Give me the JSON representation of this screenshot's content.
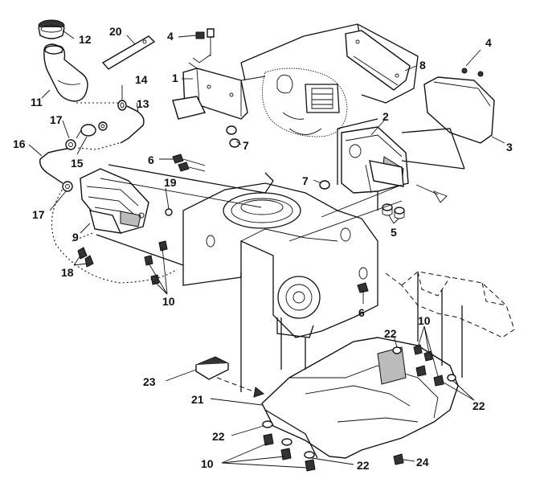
{
  "callouts": [
    {
      "id": "c12",
      "text": "12"
    },
    {
      "id": "c20",
      "text": "20"
    },
    {
      "id": "c4a",
      "text": "4"
    },
    {
      "id": "c4b",
      "text": "4"
    },
    {
      "id": "c8",
      "text": "8"
    },
    {
      "id": "c1",
      "text": "1"
    },
    {
      "id": "c14",
      "text": "14"
    },
    {
      "id": "c13",
      "text": "13"
    },
    {
      "id": "c11",
      "text": "11"
    },
    {
      "id": "c2",
      "text": "2"
    },
    {
      "id": "c17a",
      "text": "17"
    },
    {
      "id": "c3",
      "text": "3"
    },
    {
      "id": "c16",
      "text": "16"
    },
    {
      "id": "c15",
      "text": "15"
    },
    {
      "id": "c7a",
      "text": "7"
    },
    {
      "id": "c6a",
      "text": "6"
    },
    {
      "id": "c7b",
      "text": "7"
    },
    {
      "id": "c19",
      "text": "19"
    },
    {
      "id": "c17b",
      "text": "17"
    },
    {
      "id": "c5",
      "text": "5"
    },
    {
      "id": "c9",
      "text": "9"
    },
    {
      "id": "c18",
      "text": "18"
    },
    {
      "id": "c10a",
      "text": "10"
    },
    {
      "id": "c6b",
      "text": "6"
    },
    {
      "id": "c10b",
      "text": "10"
    },
    {
      "id": "c22a",
      "text": "22"
    },
    {
      "id": "c23",
      "text": "23"
    },
    {
      "id": "c22b",
      "text": "22"
    },
    {
      "id": "c21",
      "text": "21"
    },
    {
      "id": "c22c",
      "text": "22"
    },
    {
      "id": "c10c",
      "text": "10"
    },
    {
      "id": "c22d",
      "text": "22"
    },
    {
      "id": "c24",
      "text": "24"
    }
  ]
}
